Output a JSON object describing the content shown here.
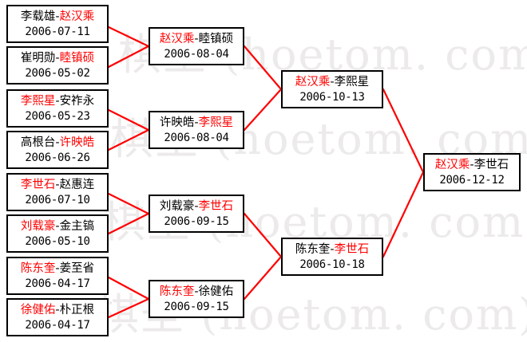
{
  "diagram": {
    "type": "single-elimination-bracket",
    "accent_color": "#ff0000",
    "box_border_color": "#000000",
    "background_color": "#ffffff",
    "watermark_color": "#eceaea"
  },
  "watermark": {
    "lines": [
      "棋圣 (hoetom. com)",
      "棋圣 (hoetom. com)",
      "棋圣 (hoetom. com)",
      "棋圣 (hoetom. com)"
    ]
  },
  "rounds": [
    {
      "name": "round-1",
      "matches": [
        {
          "id": "r1m1",
          "winner": "赵汉乘",
          "loser": "李载雄",
          "winner_side": "right",
          "left": "李载雄",
          "right": "赵汉乘",
          "date": "2006-07-11"
        },
        {
          "id": "r1m2",
          "winner": "睦镇硕",
          "loser": "崔明勋",
          "winner_side": "right",
          "left": "崔明勋",
          "right": "睦镇硕",
          "date": "2006-05-02"
        },
        {
          "id": "r1m3",
          "winner": "李熙星",
          "loser": "安祚永",
          "winner_side": "left",
          "left": "李熙星",
          "right": "安祚永",
          "date": "2006-05-23"
        },
        {
          "id": "r1m4",
          "winner": "许映皓",
          "loser": "高根台",
          "winner_side": "right",
          "left": "高根台",
          "right": "许映皓",
          "date": "2006-06-26"
        },
        {
          "id": "r1m5",
          "winner": "李世石",
          "loser": "赵惠连",
          "winner_side": "left",
          "left": "李世石",
          "right": "赵惠连",
          "date": "2006-07-10"
        },
        {
          "id": "r1m6",
          "winner": "刘载豪",
          "loser": "金主镐",
          "winner_side": "left",
          "left": "刘载豪",
          "right": "金主镐",
          "date": "2006-05-10"
        },
        {
          "id": "r1m7",
          "winner": "陈东奎",
          "loser": "姜至省",
          "winner_side": "left",
          "left": "陈东奎",
          "right": "姜至省",
          "date": "2006-04-17"
        },
        {
          "id": "r1m8",
          "winner": "徐健佑",
          "loser": "朴正根",
          "winner_side": "left",
          "left": "徐健佑",
          "right": "朴正根",
          "date": "2006-04-17"
        }
      ]
    },
    {
      "name": "round-2",
      "matches": [
        {
          "id": "r2m1",
          "winner": "赵汉乘",
          "loser": "睦镇硕",
          "winner_side": "left",
          "left": "赵汉乘",
          "right": "睦镇硕",
          "date": "2006-08-04"
        },
        {
          "id": "r2m2",
          "winner": "李熙星",
          "loser": "许映皓",
          "winner_side": "right",
          "left": "许映皓",
          "right": "李熙星",
          "date": "2006-08-04"
        },
        {
          "id": "r2m3",
          "winner": "李世石",
          "loser": "刘载豪",
          "winner_side": "right",
          "left": "刘载豪",
          "right": "李世石",
          "date": "2006-09-15"
        },
        {
          "id": "r2m4",
          "winner": "陈东奎",
          "loser": "徐健佑",
          "winner_side": "left",
          "left": "陈东奎",
          "right": "徐健佑",
          "date": "2006-09-15"
        }
      ]
    },
    {
      "name": "semifinal",
      "matches": [
        {
          "id": "sf1",
          "winner": "赵汉乘",
          "loser": "李熙星",
          "winner_side": "left",
          "left": "赵汉乘",
          "right": "李熙星",
          "date": "2006-10-13"
        },
        {
          "id": "sf2",
          "winner": "李世石",
          "loser": "陈东奎",
          "winner_side": "right",
          "left": "陈东奎",
          "right": "李世石",
          "date": "2006-10-18"
        }
      ]
    },
    {
      "name": "final",
      "matches": [
        {
          "id": "f1",
          "winner": "赵汉乘",
          "loser": "李世石",
          "winner_side": "left",
          "left": "赵汉乘",
          "right": "李世石",
          "date": "2006-12-12"
        }
      ]
    }
  ]
}
